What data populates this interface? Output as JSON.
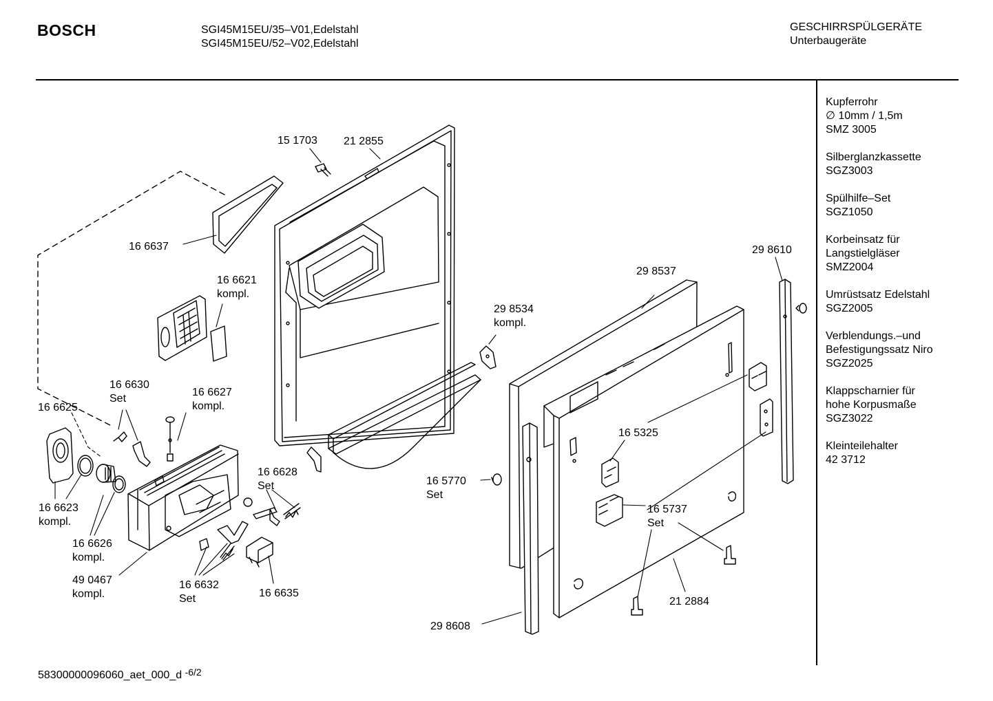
{
  "header": {
    "brand": "BOSCH",
    "model_line_1": "SGI45M15EU/35–V01,Edelstahl",
    "model_line_2": "SGI45M15EU/52–V02,Edelstahl",
    "category": "GESCHIRRSPÜLGERÄTE",
    "subcategory": "Unterbaugeräte"
  },
  "accessories": [
    {
      "lines": [
        "Kupferrohr",
        "∅ 10mm / 1,5m",
        "SMZ 3005"
      ]
    },
    {
      "lines": [
        "Silberglanzkassette",
        "SGZ3003"
      ]
    },
    {
      "lines": [
        "Spülhilfe–Set",
        "SGZ1050"
      ]
    },
    {
      "lines": [
        "Korbeinsatz für",
        "Langstielgläser",
        "SMZ2004"
      ]
    },
    {
      "lines": [
        "Umrüstsatz Edelstahl",
        "SGZ2005"
      ]
    },
    {
      "lines": [
        "Verblendungs.–und",
        "Befestigungssatz Niro",
        "SGZ2025"
      ]
    },
    {
      "lines": [
        "Klappscharnier für",
        "hohe Korpusmaße",
        "SGZ3022"
      ]
    },
    {
      "lines": [
        "Kleinteilehalter",
        "42 3712"
      ]
    }
  ],
  "parts": [
    {
      "id": "p151703",
      "text": [
        "15 1703"
      ]
    },
    {
      "id": "p212855",
      "text": [
        "21 2855"
      ]
    },
    {
      "id": "p166637",
      "text": [
        "16 6637"
      ]
    },
    {
      "id": "p166621",
      "text": [
        "16 6621",
        "kompl."
      ]
    },
    {
      "id": "p298534",
      "text": [
        "29 8534",
        "kompl."
      ]
    },
    {
      "id": "p298537",
      "text": [
        "29 8537"
      ]
    },
    {
      "id": "p298610",
      "text": [
        "29 8610"
      ]
    },
    {
      "id": "p166630",
      "text": [
        "16 6630",
        "Set"
      ]
    },
    {
      "id": "p166627",
      "text": [
        "16 6627",
        "kompl."
      ]
    },
    {
      "id": "p166625",
      "text": [
        "16 6625"
      ]
    },
    {
      "id": "p165325",
      "text": [
        "16 5325"
      ]
    },
    {
      "id": "p166628",
      "text": [
        "16 6628",
        "Set"
      ]
    },
    {
      "id": "p165770",
      "text": [
        "16 5770",
        "Set"
      ]
    },
    {
      "id": "p166623",
      "text": [
        "16 6623",
        "kompl."
      ]
    },
    {
      "id": "p165737",
      "text": [
        "16 5737",
        "Set"
      ]
    },
    {
      "id": "p166626",
      "text": [
        "16 6626",
        "kompl."
      ]
    },
    {
      "id": "p490467",
      "text": [
        "49 0467",
        "kompl."
      ]
    },
    {
      "id": "p166632",
      "text": [
        "16 6632",
        "Set"
      ]
    },
    {
      "id": "p166635",
      "text": [
        "16 6635"
      ]
    },
    {
      "id": "p212884",
      "text": [
        "21 2884"
      ]
    },
    {
      "id": "p298608",
      "text": [
        "29 8608"
      ]
    }
  ],
  "footer": {
    "doc_id": "58300000096060_aet_000_d",
    "page": "-6/2"
  }
}
